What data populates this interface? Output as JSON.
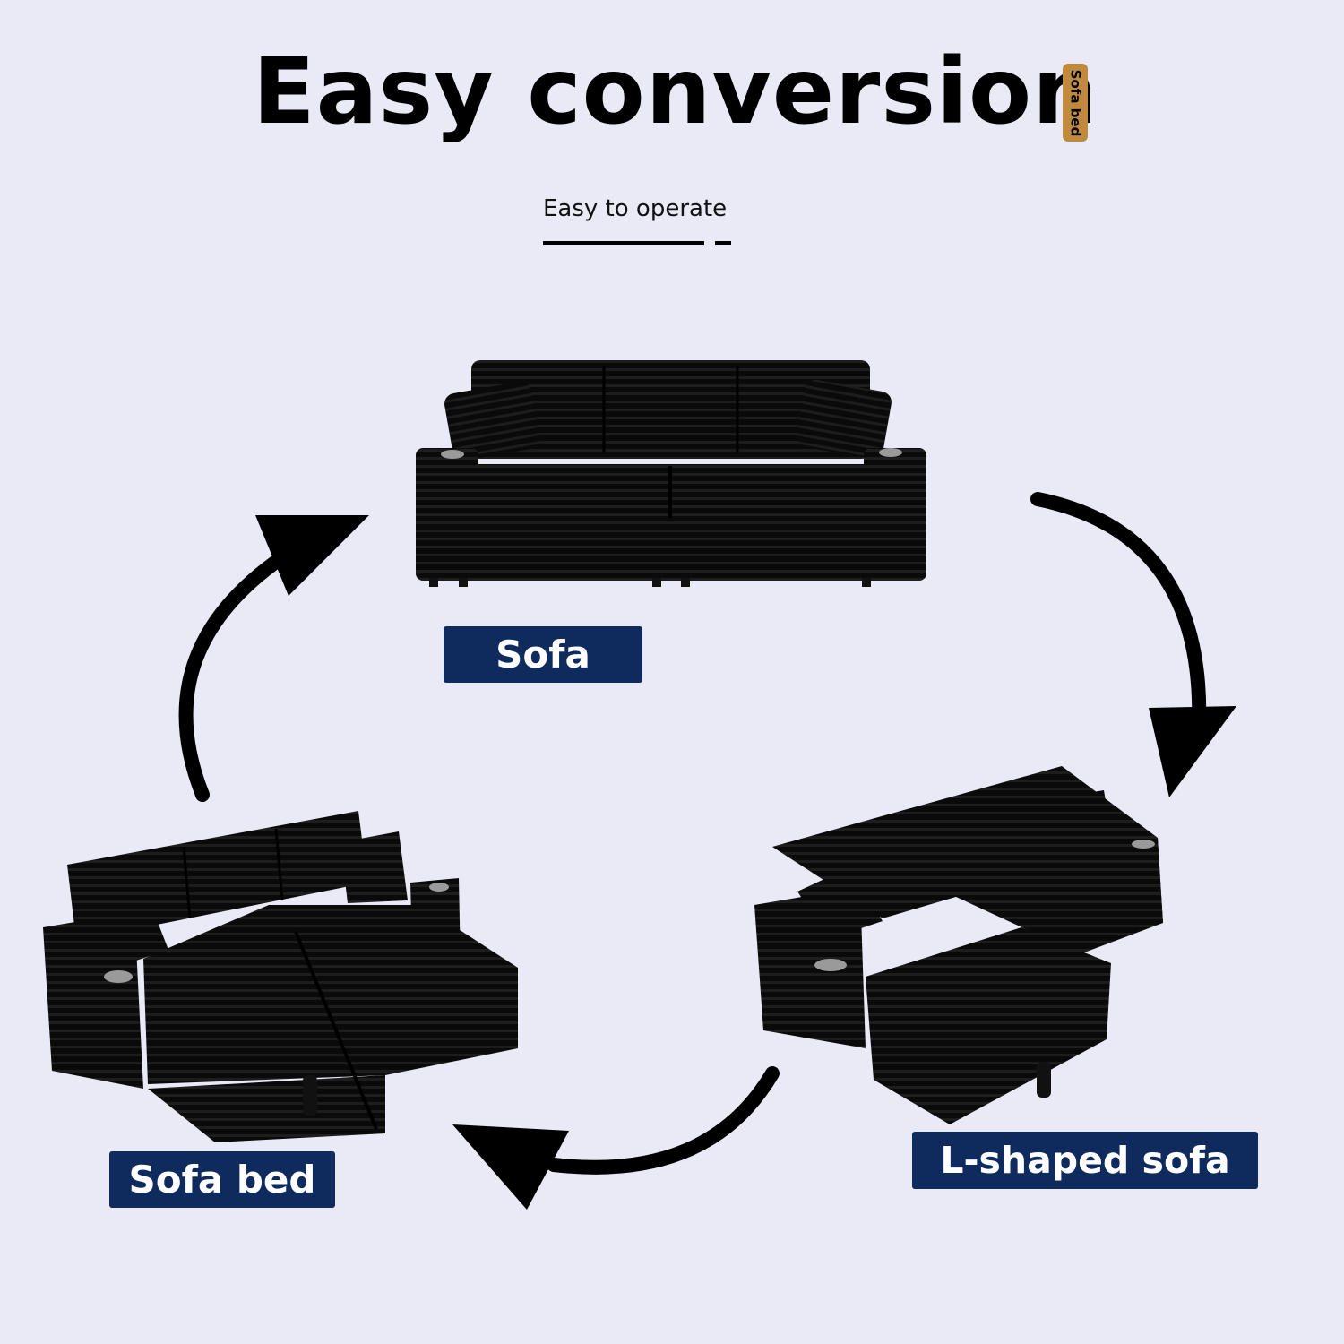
{
  "header": {
    "title": "Easy conversion",
    "tag": "Sofa bed",
    "subtitle": "Easy to operate"
  },
  "labels": {
    "sofa": "Sofa",
    "l_shaped_sofa": "L-shaped sofa",
    "sofa_bed": "Sofa bed"
  },
  "colors": {
    "background": "#E9EAF6",
    "label_background": "#0F2B5E",
    "tag_background": "#C08A3E",
    "sofa_fabric": "#0A0A0A"
  }
}
